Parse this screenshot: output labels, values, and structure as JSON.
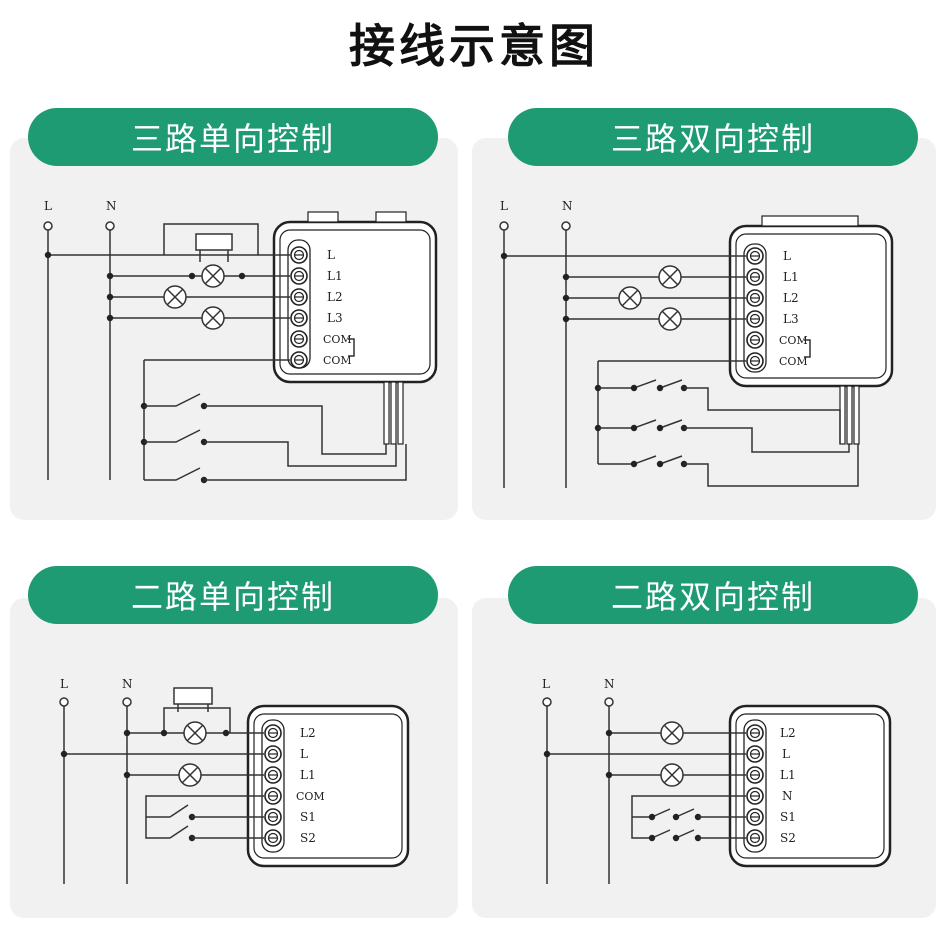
{
  "title": "接线示意图",
  "panels": [
    {
      "heading": "三路单向控制",
      "wire_labels": [
        "L",
        "N"
      ],
      "terminals": [
        "L",
        "L1",
        "L2",
        "L3",
        "COM",
        "COM"
      ]
    },
    {
      "heading": "三路双向控制",
      "wire_labels": [
        "L",
        "N"
      ],
      "terminals": [
        "L",
        "L1",
        "L2",
        "L3",
        "COM",
        "COM"
      ]
    },
    {
      "heading": "二路单向控制",
      "wire_labels": [
        "L",
        "N"
      ],
      "terminals": [
        "L2",
        "L",
        "L1",
        "COM",
        "S1",
        "S2"
      ]
    },
    {
      "heading": "二路双向控制",
      "wire_labels": [
        "L",
        "N"
      ],
      "terminals": [
        "L2",
        "L",
        "L1",
        "N",
        "S1",
        "S2"
      ]
    }
  ],
  "colors": {
    "accent": "#1e9b73",
    "panel_bg": "#f1f1f1",
    "line": "#333333"
  }
}
